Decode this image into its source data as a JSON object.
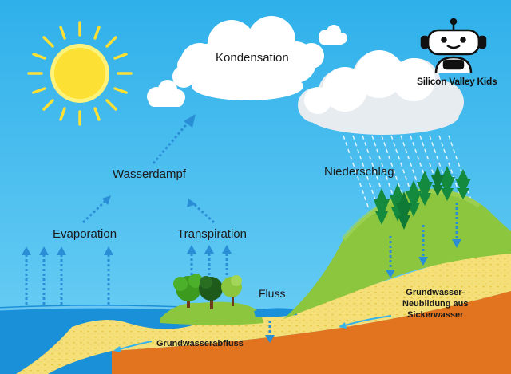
{
  "labels": {
    "condensation": "Kondensation",
    "water_vapor": "Wasserdampf",
    "evaporation": "Evaporation",
    "transpiration": "Transpiration",
    "precipitation": "Niederschlag",
    "river": "Fluss",
    "groundwater_outflow": "Grundwasserabfluss",
    "groundwater_recharge_line1": "Grundwasser-",
    "groundwater_recharge_line2": "Neubildung aus",
    "groundwater_recharge_line3": "Sickerwasser"
  },
  "logo": {
    "text": "Silicon Valley Kids",
    "icon": "robot-icon"
  },
  "colors": {
    "sky": "#35b3ea",
    "sun": "#fde034",
    "hill_green": "#8cc63f",
    "sand": "#f5df78",
    "soil": "#e2731f",
    "water": "#1a90d9",
    "arrow": "#2a8ed6"
  }
}
